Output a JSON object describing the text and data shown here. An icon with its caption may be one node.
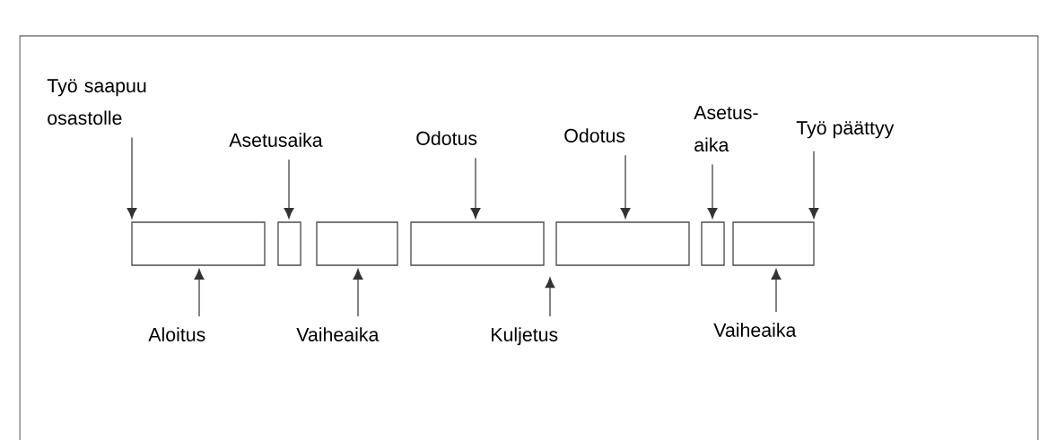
{
  "diagram": {
    "nodes": [
      {
        "text": [
          "Työ saapuu osastolle"
        ]
      },
      {
        "text": [
          "Asetusaika"
        ]
      },
      {
        "text": [
          "Odotus"
        ]
      },
      {
        "text": [
          "Odotus"
        ]
      },
      {
        "text": [
          "Asetus- aika"
        ]
      },
      {
        "text": [
          "Työ päättyy"
        ]
      },
      {
        "text": [],
        "shape": "box"
      },
      {
        "text": [],
        "shape": "box"
      },
      {
        "text": [],
        "shape": "box"
      },
      {
        "text": [],
        "shape": "box"
      },
      {
        "text": [],
        "shape": "box"
      },
      {
        "text": [],
        "shape": "box"
      },
      {
        "text": [],
        "shape": "box"
      },
      {
        "text": [
          "Aloitus"
        ]
      },
      {
        "text": [
          "Vaiheaika"
        ]
      },
      {
        "text": [
          "Kuljetus"
        ]
      },
      {
        "text": [
          "Vaiheaika"
        ]
      }
    ],
    "edges": [
      {
        "from": 0,
        "to": 6,
        "arrow": "to"
      },
      {
        "from": 1,
        "to": 7,
        "arrow": "to"
      },
      {
        "from": 2,
        "to": 9,
        "arrow": "to"
      },
      {
        "from": 3,
        "to": 10,
        "arrow": "to"
      },
      {
        "from": 4,
        "to": 11,
        "arrow": "to"
      },
      {
        "from": 5,
        "to": 12,
        "arrow": "to"
      },
      {
        "from": 13,
        "to": 6,
        "arrow": "to"
      },
      {
        "from": 14,
        "to": 8,
        "arrow": "to"
      },
      {
        "from": 15,
        "to": null,
        "arrow": "to"
      },
      {
        "from": 16,
        "to": 12,
        "arrow": "to"
      }
    ]
  }
}
